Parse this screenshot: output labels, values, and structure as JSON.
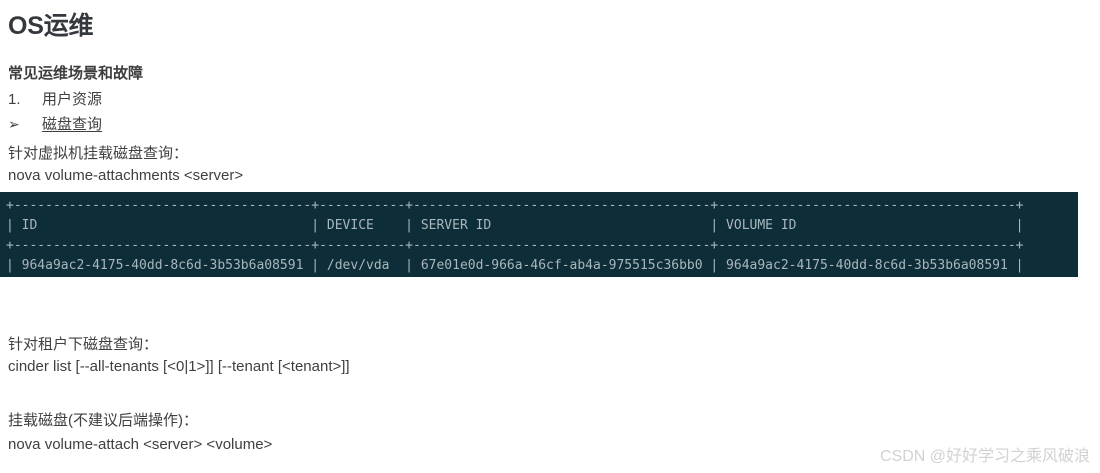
{
  "document": {
    "title": "OS运维",
    "section_heading": "常见运维场景和故障",
    "ordered_item": {
      "number": "1.",
      "label": "用户资源"
    },
    "bullet_item": {
      "marker": "➢",
      "label": "磁盘查询"
    },
    "blocks": {
      "desc_vm_disk_query": "针对虚拟机挂载磁盘查询：",
      "cmd_nova_volume_attachments": "nova volume-attachments <server>",
      "desc_tenant_disk_query": "针对租户下磁盘查询：",
      "cmd_cinder_list": "cinder list [--all-tenants [<0|1>]] [--tenant [<tenant>]]",
      "desc_attach_disk": "挂载磁盘(不建议后端操作)：",
      "cmd_nova_volume_attach": "nova volume-attach  <server> <volume>"
    }
  },
  "terminal": {
    "background_color": "#0d2d38",
    "text_color": "#a9b7bd",
    "table": {
      "columns": [
        "ID",
        "DEVICE",
        "SERVER ID",
        "VOLUME ID"
      ],
      "rows": [
        {
          "ID": "964a9ac2-4175-40dd-8c6d-3b53b6a08591",
          "DEVICE": "/dev/vda",
          "SERVER ID": "67e01e0d-966a-46cf-ab4a-975515c36bb0",
          "VOLUME ID": "964a9ac2-4175-40dd-8c6d-3b53b6a08591"
        }
      ]
    },
    "rendered": "+--------------------------------------+-----------+--------------------------------------+--------------------------------------+\n| ID                                   | DEVICE    | SERVER ID                            | VOLUME ID                            |\n+--------------------------------------+-----------+--------------------------------------+--------------------------------------+\n| 964a9ac2-4175-40dd-8c6d-3b53b6a08591 | /dev/vda  | 67e01e0d-966a-46cf-ab4a-975515c36bb0 | 964a9ac2-4175-40dd-8c6d-3b53b6a08591 |\n+--------------------------------------+-----------+--------------------------------------+--------------------------------------+"
  },
  "watermark": {
    "text": "CSDN @好好学习之乘风破浪"
  }
}
